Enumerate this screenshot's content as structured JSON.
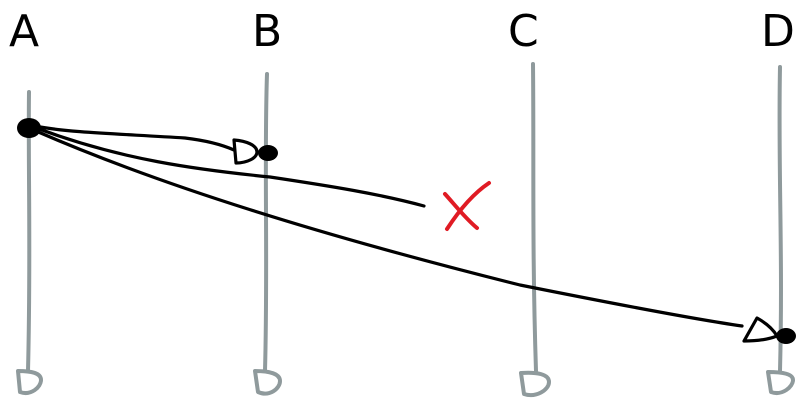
{
  "diagram": {
    "nodes": [
      {
        "id": "A",
        "label": "A"
      },
      {
        "id": "B",
        "label": "B"
      },
      {
        "id": "C",
        "label": "C"
      },
      {
        "id": "D",
        "label": "D"
      }
    ],
    "messages": [
      {
        "from": "A",
        "to": "B",
        "status": "delivered"
      },
      {
        "from": "A",
        "to": "C",
        "status": "lost",
        "marker": "X"
      },
      {
        "from": "A",
        "to": "D",
        "status": "delivered"
      }
    ]
  },
  "colors": {
    "lifeline": "#8f9a9c",
    "ink": "#000000",
    "failure_mark": "#e01b24"
  }
}
